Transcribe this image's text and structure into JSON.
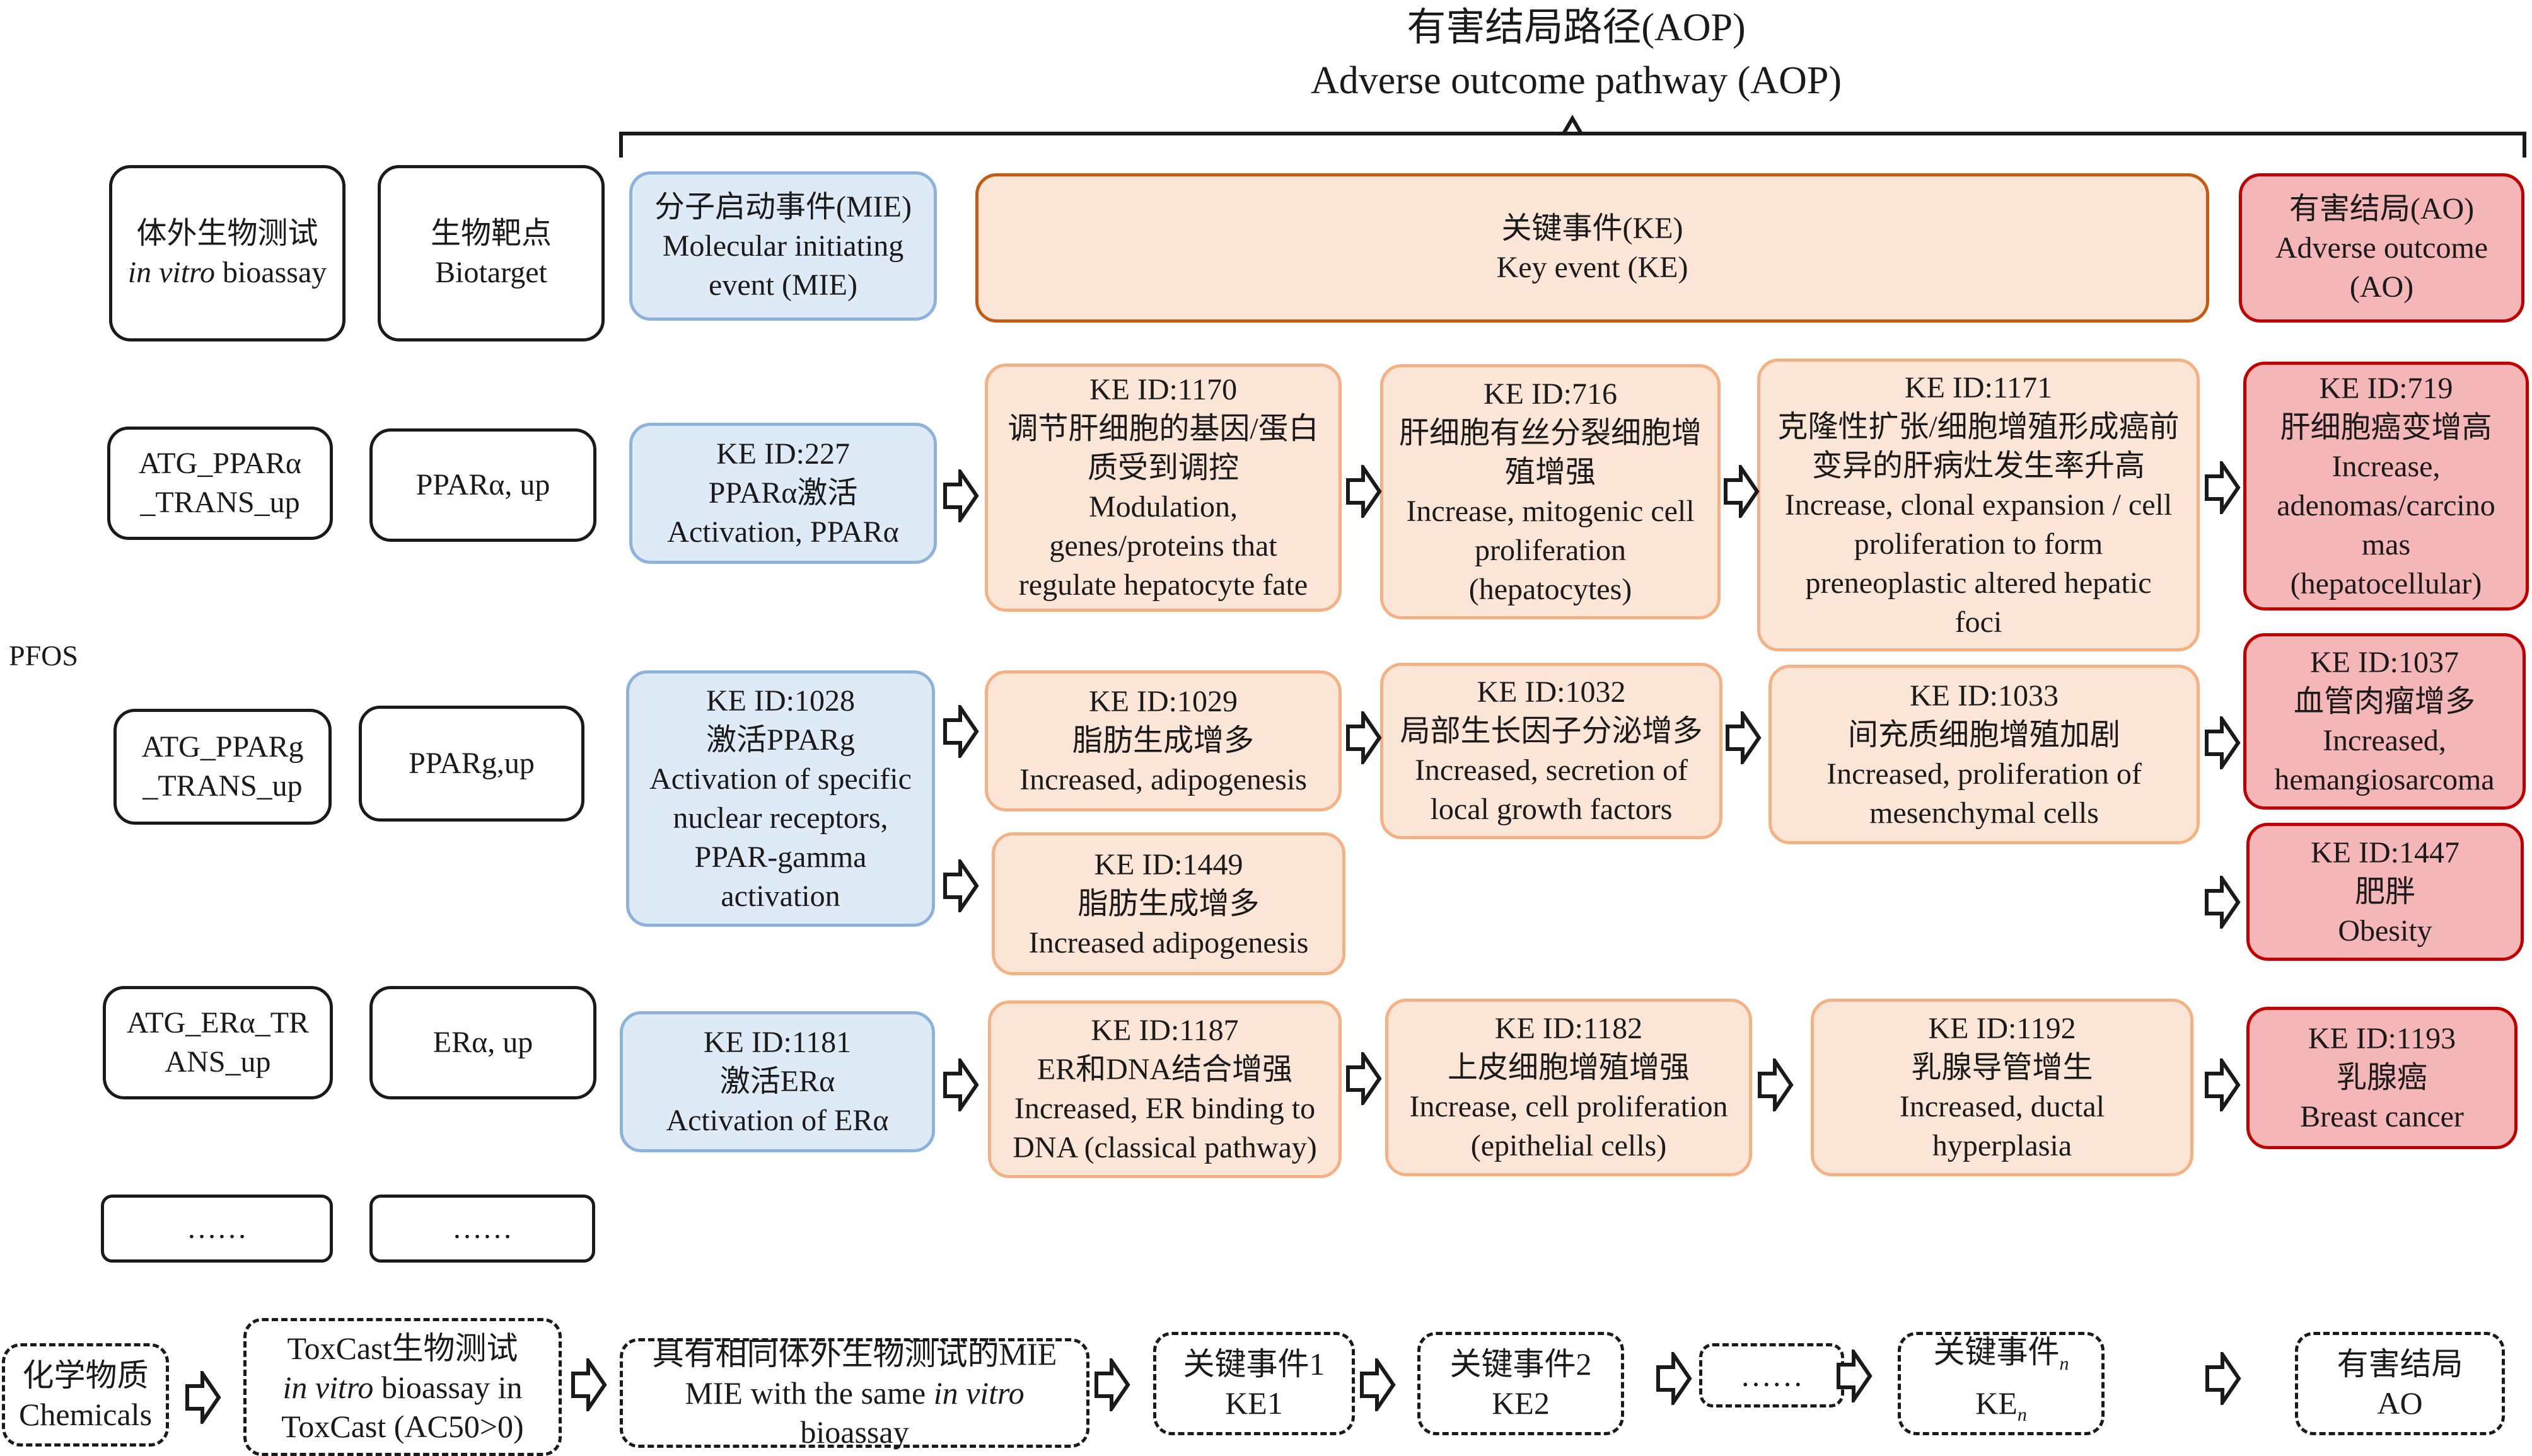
{
  "header": {
    "title_zh": "有害结局路径(AOP)",
    "title_en": "Adverse outcome pathway (AOP)"
  },
  "pfos_label": "PFOS",
  "col_headers": {
    "bioassay": {
      "zh": "体外生物测试",
      "en_italic": "in vitro",
      "en_rest": " bioassay"
    },
    "biotarget": {
      "zh": "生物靶点",
      "en": "Biotarget"
    },
    "mie": [
      "分子启动事件(MIE)",
      "Molecular initiating",
      "event (MIE)"
    ],
    "ke": [
      "关键事件(KE)",
      "Key event (KE)"
    ],
    "ao": [
      "有害结局(AO)",
      "Adverse outcome",
      "(AO)"
    ]
  },
  "rows": {
    "r1": {
      "assay": [
        "ATG_PPARα",
        "_TRANS_up"
      ],
      "target": "PPARα, up",
      "mie": [
        "KE ID:227",
        "PPARα激活",
        "Activation, PPARα"
      ],
      "ke1": [
        "KE ID:1170",
        "调节肝细胞的基因/蛋白",
        "质受到调控",
        "Modulation,",
        "genes/proteins that",
        "regulate hepatocyte fate"
      ],
      "ke2": [
        "KE ID:716",
        "肝细胞有丝分裂细胞增",
        "殖增强",
        "Increase, mitogenic cell",
        "proliferation",
        "(hepatocytes)"
      ],
      "ke3": [
        "KE ID:1171",
        "克隆性扩张/细胞增殖形成癌前",
        "变异的肝病灶发生率升高",
        "Increase, clonal expansion / cell",
        "proliferation to form",
        "preneoplastic altered hepatic",
        "foci"
      ],
      "ao": [
        "KE ID:719",
        "肝细胞癌变增高",
        "Increase,",
        "adenomas/carcino",
        "mas",
        "(hepatocellular)"
      ]
    },
    "r2": {
      "assay": [
        "ATG_PPARg",
        "_TRANS_up"
      ],
      "target": "PPARg,up",
      "mie": [
        "KE ID:1028",
        "激活PPARg",
        "Activation of specific",
        "nuclear receptors,",
        "PPAR-gamma",
        "activation"
      ],
      "ke1": [
        "KE ID:1029",
        "脂肪生成增多",
        "Increased, adipogenesis"
      ],
      "ke1b": [
        "KE ID:1449",
        "脂肪生成增多",
        "Increased adipogenesis"
      ],
      "ke2": [
        "KE ID:1032",
        "局部生长因子分泌增多",
        "Increased, secretion of",
        "local growth factors"
      ],
      "ke3": [
        "KE ID:1033",
        "间充质细胞增殖加剧",
        "Increased, proliferation of",
        "mesenchymal cells"
      ],
      "ao": [
        "KE ID:1037",
        "血管肉瘤增多",
        "Increased,",
        "hemangiosarcoma"
      ],
      "ao2": [
        "KE ID:1447",
        "肥胖",
        "Obesity"
      ]
    },
    "r3": {
      "assay": [
        "ATG_ERα_TR",
        "ANS_up"
      ],
      "target": "ERα, up",
      "mie": [
        "KE ID:1181",
        "激活ERα",
        "Activation of ERα"
      ],
      "ke1": [
        "KE ID:1187",
        "ER和DNA结合增强",
        "Increased, ER binding to",
        "DNA (classical pathway)"
      ],
      "ke2": [
        "KE ID:1182",
        "上皮细胞增殖增强",
        "Increase, cell proliferation",
        "(epithelial cells)"
      ],
      "ke3": [
        "KE ID:1192",
        "乳腺导管增生",
        "Increased, ductal",
        "hyperplasia"
      ],
      "ao": [
        "KE ID:1193",
        "乳腺癌",
        "Breast cancer"
      ]
    },
    "r4": {
      "assay": "……",
      "target": "……"
    }
  },
  "bottom": {
    "chem": [
      "化学物质",
      "Chemicals"
    ],
    "toxcast": {
      "l1": "ToxCast生物测试",
      "l2_italic": "in vitro",
      "l2_rest": " bioassay in",
      "l3": "ToxCast (AC50>0)"
    },
    "mie": {
      "l1": "具有相同体外生物测试的MIE",
      "l2_a": "MIE with the same ",
      "l2_italic": "in vitro",
      "l2_b": " bioassay"
    },
    "ke1": [
      "关键事件1",
      "KE1"
    ],
    "ke2": [
      "关键事件2",
      "KE2"
    ],
    "dots": "……",
    "ken": {
      "zh": "关键事件",
      "en": "KE",
      "sub": "n"
    },
    "ao": [
      "有害结局",
      "AO"
    ]
  },
  "colors": {
    "mie_fill": "#deebf7",
    "mie_border": "#8db3dc",
    "ke_fill": "#fbe5d6",
    "ke_border": "#f4b183",
    "ke_header_border": "#c55a11",
    "ao_fill": "#f4b6b6",
    "ao_border": "#c00000"
  },
  "icons": {
    "arrow": "hollow-right-arrow",
    "brace": "horizontal-bracket"
  }
}
